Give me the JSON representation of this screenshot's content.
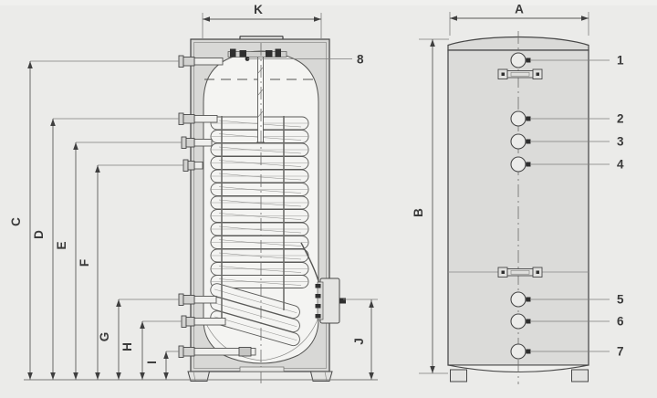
{
  "drawing": {
    "title_semantic": "storage tank dimension diagram",
    "left_view": {
      "width_label": "K",
      "sensor_callout_label": "8",
      "height_dims": [
        {
          "label": "C"
        },
        {
          "label": "D"
        },
        {
          "label": "E"
        },
        {
          "label": "F"
        },
        {
          "label": "G"
        },
        {
          "label": "H"
        },
        {
          "label": "I"
        }
      ],
      "flange_dim_label": "J"
    },
    "right_view": {
      "width_label": "A",
      "height_label": "B",
      "port_callouts": [
        {
          "label": "1"
        },
        {
          "label": "2"
        },
        {
          "label": "3"
        },
        {
          "label": "4"
        },
        {
          "label": "5"
        },
        {
          "label": "6"
        },
        {
          "label": "7"
        }
      ]
    },
    "colors": {
      "background": "#ebebe9",
      "tank_body_fill": "#dbdbd9",
      "casing_ring_fill": "#d8d8d6",
      "vessel_interior_fill": "#f4f4f2",
      "outline": "#474747",
      "thin_line": "#8a8a88",
      "label_color": "#3a3a3a"
    }
  }
}
